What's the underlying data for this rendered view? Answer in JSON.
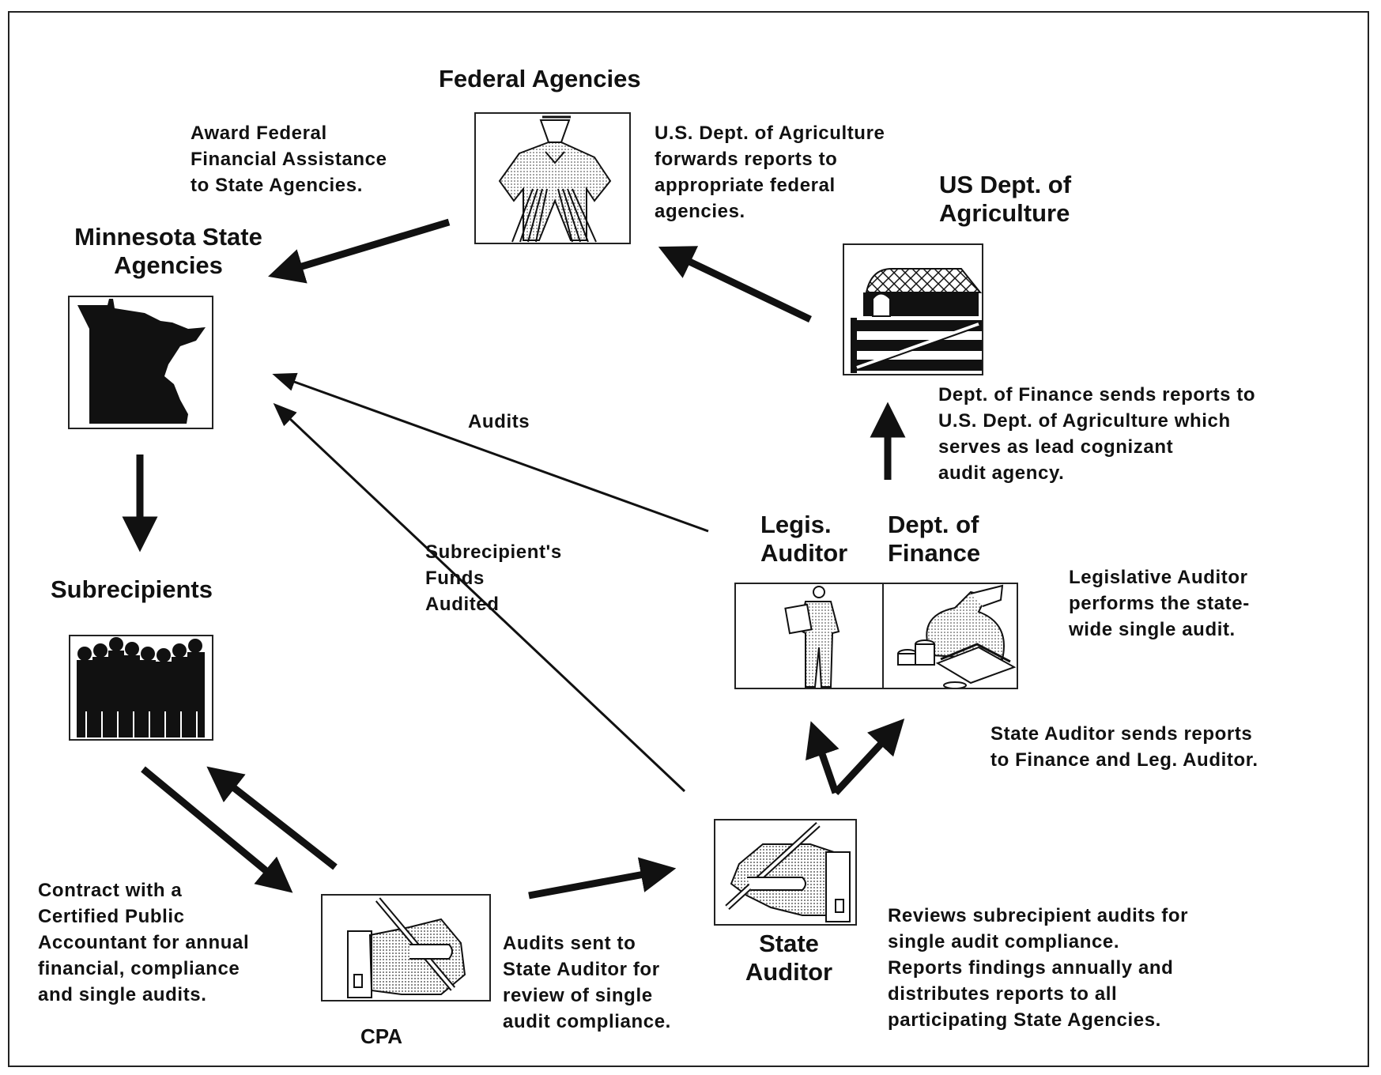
{
  "nodes": {
    "federal": {
      "title": "Federal Agencies",
      "icon": "federal-official-icon"
    },
    "minnesota": {
      "title": "Minnesota State\nAgencies",
      "icon": "minnesota-map-icon"
    },
    "usda": {
      "title": "US Dept. of\nAgriculture",
      "icon": "barn-icon"
    },
    "subrecipients": {
      "title": "Subrecipients",
      "icon": "people-silhouettes-icon"
    },
    "legis": {
      "title": "Legis.\nAuditor",
      "icon": "auditor-with-clipboard-icon"
    },
    "finance": {
      "title": "Dept. of\nFinance",
      "icon": "money-bag-icon"
    },
    "cpa": {
      "title": "CPA",
      "icon": "hand-with-pencil-icon"
    },
    "state_auditor": {
      "title": "State\nAuditor",
      "icon": "hand-writing-icon"
    }
  },
  "labels": {
    "award": "Award  Federal\nFinancial Assistance\nto State Agencies.",
    "usda_forwards": "U.S. Dept. of Agriculture\nforwards reports to\nappropriate federal\nagencies.",
    "finance_sends": "Dept. of Finance sends reports to\nU.S. Dept. of Agriculture which\nserves as    lead cognizant\naudit agency.",
    "audits": "Audits",
    "subrecipient_funds": "Subrecipient's\nFunds\nAudited",
    "legis_performs": "Legislative Auditor\nperforms the state-\nwide single audit.",
    "state_auditor_sends": "State Auditor sends reports\nto Finance and Leg. Auditor.",
    "contract": "Contract with a\nCertified Public\nAccountant for annual\nfinancial, compliance\nand single audits.",
    "audits_sent": "Audits sent to\nState Auditor for\nreview of single\naudit compliance.",
    "reviews": "Reviews subrecipient audits for\nsingle audit compliance.\nReports findings annually and\ndistributes reports to all\nparticipating State Agencies."
  }
}
